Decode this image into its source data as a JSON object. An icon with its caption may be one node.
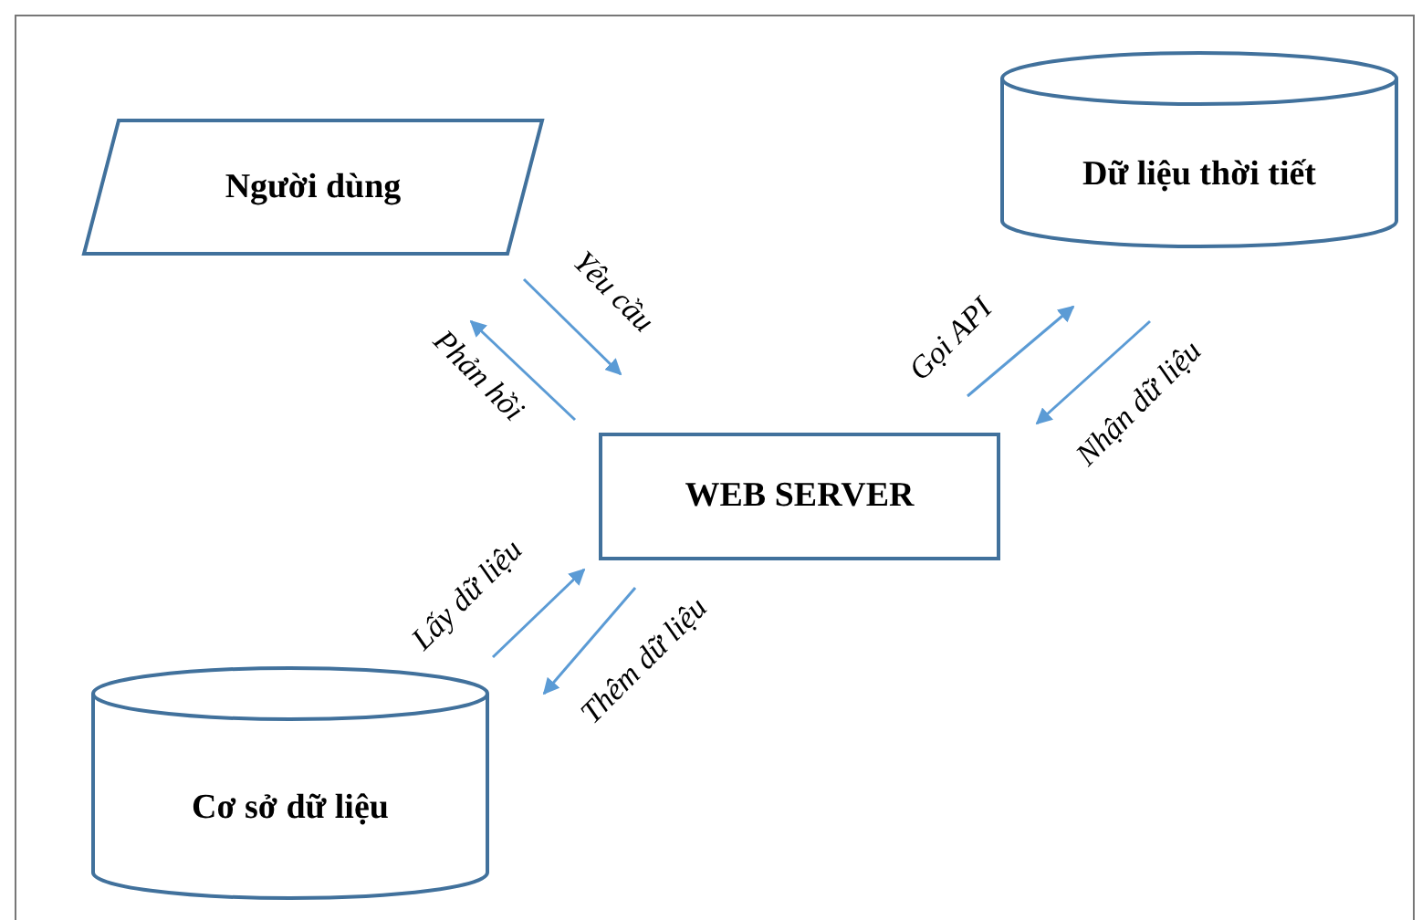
{
  "diagram": {
    "nodes": [
      {
        "text": [
          "Người dùng"
        ]
      },
      {
        "text": [
          "Dữ liệu thời tiết"
        ]
      },
      {
        "text": [
          "WEB SERVER"
        ]
      },
      {
        "text": [
          "Cơ sở dữ liệu"
        ]
      }
    ],
    "edges": [
      {
        "from": 0,
        "to": 2,
        "arrow": "to",
        "label": "Yêu cầu"
      },
      {
        "from": 2,
        "to": 0,
        "arrow": "to",
        "label": "Phản hồi"
      },
      {
        "from": 2,
        "to": 1,
        "arrow": "to",
        "label": "Gọi API"
      },
      {
        "from": 1,
        "to": 2,
        "arrow": "to",
        "label": "Nhận dữ liệu"
      },
      {
        "from": 3,
        "to": 2,
        "arrow": "to",
        "label": "Lấy dữ liệu"
      },
      {
        "from": 2,
        "to": 3,
        "arrow": "to",
        "label": "Thêm dữ liệu"
      }
    ]
  }
}
